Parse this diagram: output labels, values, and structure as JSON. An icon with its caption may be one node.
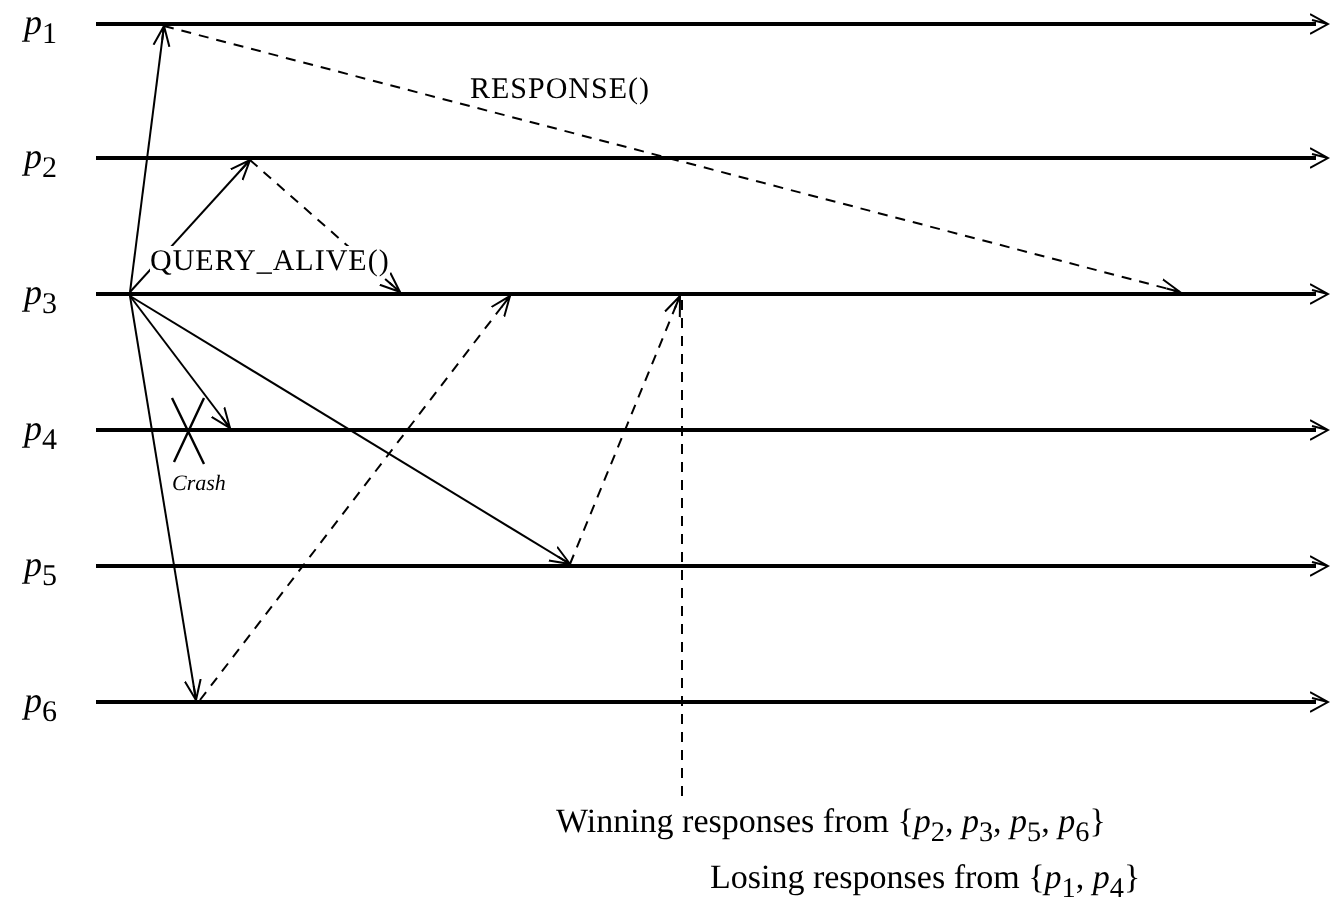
{
  "diagram": {
    "nodes": [
      {
        "text": [],
        "shape": "bar",
        "beside": [
          "*p*$_{1}$"
        ]
      },
      {
        "text": [],
        "shape": "bar",
        "beside": [
          "*p*$_{2}$"
        ]
      },
      {
        "text": [],
        "shape": "bar",
        "beside": [
          "*p*$_{3}$"
        ]
      },
      {
        "text": [],
        "shape": "bar",
        "beside": [
          "*p*$_{4}$"
        ]
      },
      {
        "text": [],
        "shape": "bar",
        "beside": [
          "*p*$_{5}$"
        ]
      },
      {
        "text": [],
        "shape": "bar",
        "beside": [
          "*p*$_{6}$"
        ]
      },
      {
        "text": [
          "Winning responses from {*p*$_{2}$, *p*$_{3}$, *p*$_{5}$, *p*$_{6}$}"
        ]
      }
    ],
    "edges": [
      {
        "from": 2,
        "to": 0,
        "arrow": "to"
      },
      {
        "from": 2,
        "to": 1,
        "arrow": "to"
      },
      {
        "from": 2,
        "to": 3,
        "arrow": "to"
      },
      {
        "from": 2,
        "to": 4,
        "arrow": "to"
      },
      {
        "from": 2,
        "to": 5,
        "arrow": "to"
      },
      {
        "from": 0,
        "to": 2,
        "arrow": "to",
        "style": "dashed"
      },
      {
        "from": 1,
        "to": 2,
        "arrow": "to",
        "style": "dashed"
      },
      {
        "from": 5,
        "to": 2,
        "arrow": "to",
        "style": "dashed"
      },
      {
        "from": 4,
        "to": 2,
        "arrow": "to",
        "style": "dashed"
      },
      {
        "from": 6,
        "to": 2,
        "arrow": "none",
        "style": "dashed"
      }
    ],
    "labels": [
      "RESPONSE()",
      "QUERY_ALIVE()",
      "Crash",
      "Losing responses from {*p*$_{1}$, *p*$_{4}$}"
    ]
  }
}
